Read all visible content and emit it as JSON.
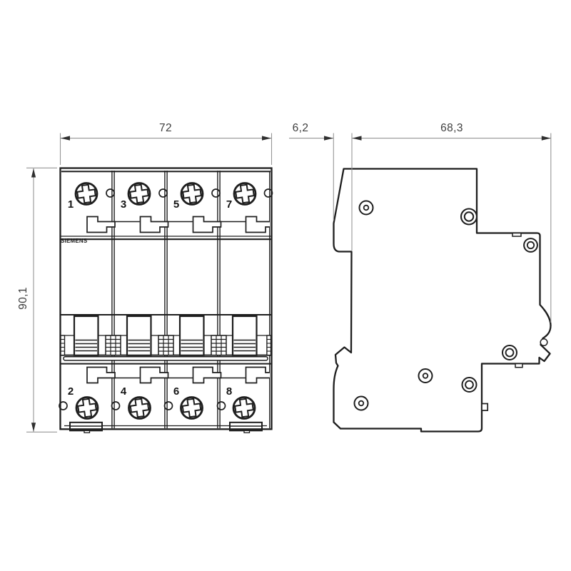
{
  "front_view": {
    "dim_width": "72",
    "dim_height": "90,1",
    "brand": "SIEMENS",
    "terminals_top": [
      "1",
      "3",
      "5",
      "7"
    ],
    "terminals_bottom": [
      "2",
      "4",
      "6",
      "8"
    ]
  },
  "side_view": {
    "dim_offset": "6,2",
    "dim_depth": "68,3"
  },
  "colors": {
    "line": "#1e1e1e",
    "dim_line": "#969696",
    "dim_text": "#3e3e3e",
    "background": "#ffffff"
  }
}
